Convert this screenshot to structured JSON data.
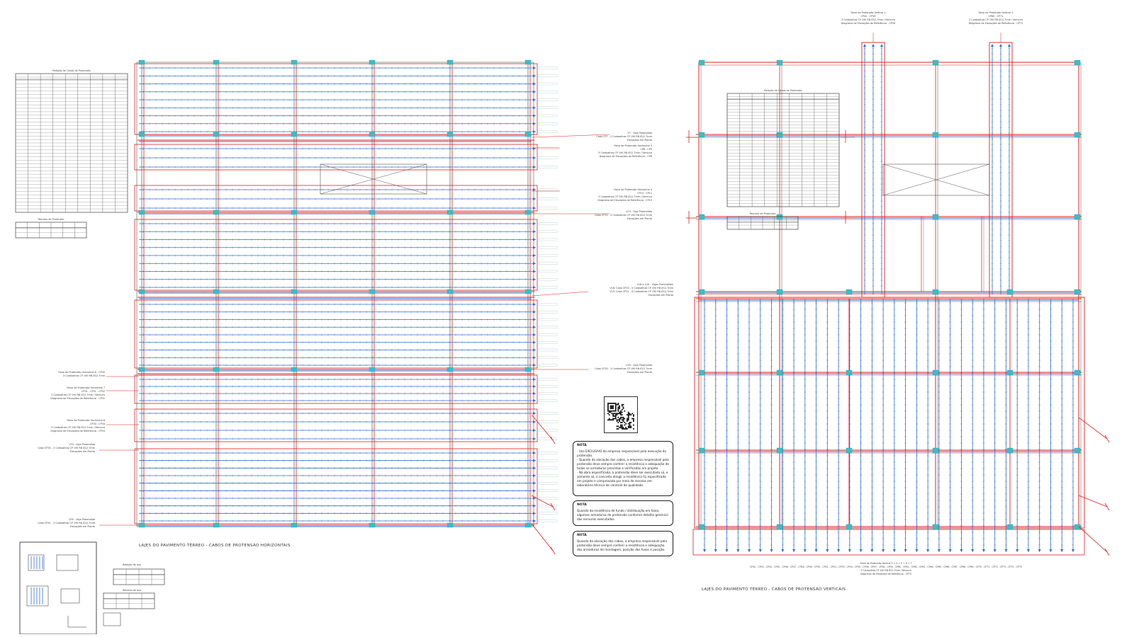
{
  "left_plan": {
    "title": "LAJES DO PAVIMENTO TÉRREO - CABOS DE PROTENSÃO HORIZONTAIS"
  },
  "right_plan": {
    "title": "LAJES DO PAVIMENTO TÉRREO - CABOS DE PROTENSÃO VERTICAIS"
  },
  "callouts": {
    "v7": [
      "V7 - Viga Protendida",
      "Cabo CP7 - 2 Cordoalhas CP 190 RB Ø12.7mm",
      "Elevações em Planta"
    ],
    "faixa3": [
      "Faixa de Protensão Horizontal 3",
      "CP8 - CP9",
      "3 Cordoalhas CP 190 RB Ø12.7mm / Nervura",
      "Diagrama de Elevações de Referência - CP8"
    ],
    "faixa4": [
      "Faixa de Protensão Horizontal 4",
      "CP10 - CP11",
      "3 Cordoalhas CP 190 RB Ø12.7mm / Nervura",
      "Diagrama de Elevações de Referência - CP10"
    ],
    "v10": [
      "V10 - Viga Protendida",
      "Cabo CP12 - 4 Cordoalhas CP 190 RB Ø12.7mm",
      "Elevações em Planta"
    ],
    "v18v19": [
      "V18 e V19 - Vigas Protendidas",
      "V18: Cabo CP20 - 4 Cordoalhas CP 190 RB Ø12.7mm",
      "V19: Cabo CP21 - 4 Cordoalhas CP 190 RB Ø12.7mm",
      "Elevações em Planta"
    ],
    "v35": [
      "V35 - Viga Protendida",
      "Cabo CP30 - 3 Cordoalhas CP 190 RB Ø12.7mm",
      "Elevações em Planta"
    ],
    "faixa6": [
      "Faixa de Protensão Horizontal 6 - CP30",
      "3 Cordoalhas CP 190 RB Ø12.7mm"
    ],
    "faixa7": [
      "Faixa de Protensão Horizontal 7",
      "CP31 - CP31 - CP32",
      "3 Cordoalhas CP 190 RB Ø12.7mm / Nervura",
      "Diagrama de Elevações de Referência - CP31"
    ],
    "faixa8": [
      "Faixa de Protensão Horizontal 8",
      "CP33 - CP34",
      "3 Cordoalhas CP 190 RB Ø12.7mm / Nervura",
      "Diagrama de Elevações de Referência - CP33"
    ],
    "v33": [
      "V33 - Viga Protendida",
      "Cabo CP35 - 2 Cordoalhas CP 190 RB Ø12.7mm",
      "Elevações em Planta"
    ],
    "v35b": [
      "V35 - Viga Protendida",
      "Cabo CP41 - 3 Cordoalhas CP 190 RB Ø12.7mm",
      "Elevações em Planta"
    ],
    "faixaV1": [
      "Faixa de Protensão Vertical 1",
      "CP42 - CP59",
      "3 Cordoalhas CP 190 RB Ø12.7mm / Nervura",
      "Diagrama de Elevações de Referência - CP59"
    ],
    "faixaV2": [
      "Faixa de Protensão Vertical 2",
      "CP60 - CP71",
      "3 Cordoalhas CP 190 RB Ø12.7mm / Nervura",
      "Diagrama de Elevações de Referência - CP71"
    ],
    "faixaV3": [
      "Faixa de Protensão Vertical 3 + 4 + 5 + 6 + 7",
      "CP42 - CP43 - CP44 - CP45 - CP46 - CP47 - CP48 - CP49 - CP50 - CP51 - CP52 - CP53 - CP54 - CP55 - CP56 - CP57 - CP58 - CP59 - CP60 - CP61 - CP62 - CP63 - CP64 - CP65 - CP66 - CP67 - CP68 - CP69 - CP70 - CP71 - CP72 - CP73 - CP74 - CP75",
      "3 Cordoalhas CP 190 RB Ø12.7mm / Nervura",
      "Diagrama de Elevações de Referência - CP75"
    ]
  },
  "tables": {
    "left_main_title": "Relação de Cabos de Protensão",
    "left_small_title": "Resumo de Protensão",
    "right_main_title": "Relação de Cabos de Protensão",
    "right_small_title": "Resumo de Protensão",
    "legend_title": "Relação de aço",
    "legend2_title": "Resumo do aço"
  },
  "notes": [
    {
      "title": "NOTA",
      "lines": [
        "- Uso EXCLUSIVO da empresa responsável pela execução da protensão.",
        "- Quando da alocação dos cabos, a empresa responsável pela protensão deve sempre conferir a resistência e adequação de todas as armaduras previstas e verificadas em projeto.",
        "- Na obra especificada, a protensão deve ser executada só, e somente só, o concreto atingir a resistência fcj especificada em projeto e comprovada por meio de ensaios em laboratório técnico de controle de qualidade."
      ]
    },
    {
      "title": "NOTA",
      "lines": [
        "Quando da resistência de fundo / distribuição em faixa, algumas armaduras de protensão conforme detalhe genérico das nervuras executadas."
      ]
    },
    {
      "title": "NOTA",
      "lines": [
        "Quando da alocação dos cabos, a empresa responsável pela protensão deve sempre conferir a resistência e adequação das armaduras de montagem, posição dos fusos e posição."
      ]
    }
  ],
  "colors": {
    "slab_outline": "#e02020",
    "tendon": "#2a6fd6",
    "column": "#3cbcc8",
    "line": "#555555"
  }
}
